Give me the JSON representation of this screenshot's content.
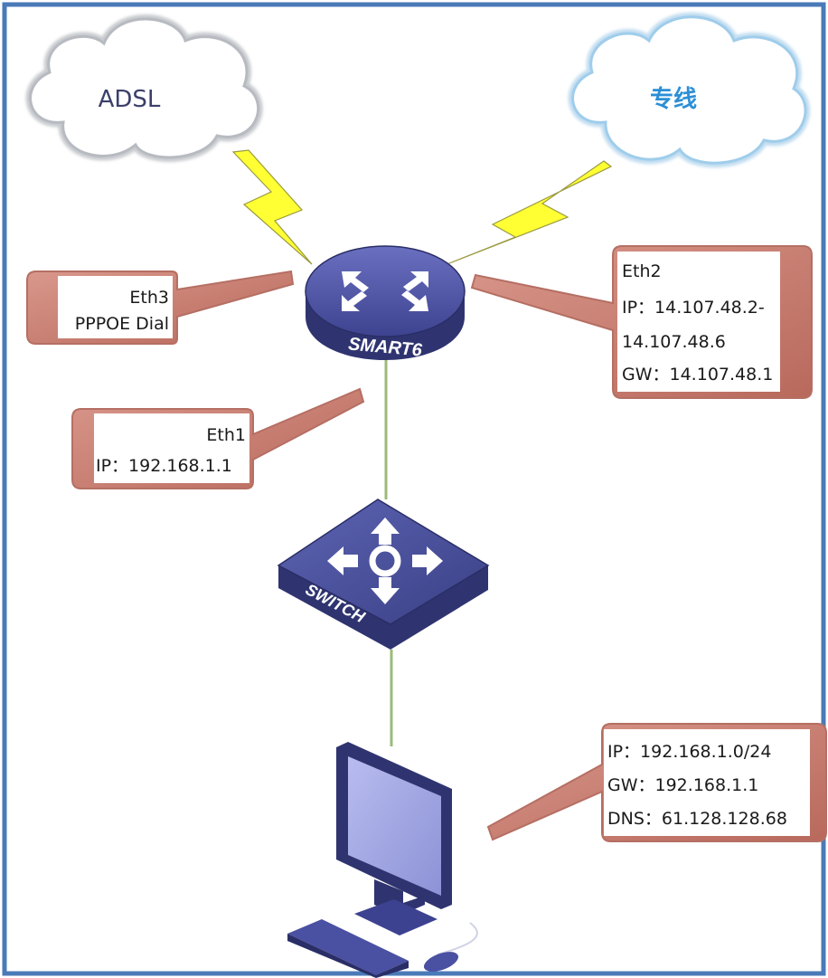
{
  "clouds": {
    "left": {
      "label": "ADSL",
      "color": "#3b3f6a"
    },
    "right": {
      "label": "专线",
      "color": "#2c8fd6"
    }
  },
  "router": {
    "label": "SMART6",
    "color": "#4a4f9a"
  },
  "switch": {
    "label": "SWITCH",
    "color": "#3d4486"
  },
  "callouts": {
    "eth3": {
      "lines": [
        "Eth3",
        "PPPOE Dial"
      ]
    },
    "eth2": {
      "lines": [
        "Eth2",
        "IP：14.107.48.2-",
        "14.107.48.6",
        "GW：14.107.48.1"
      ]
    },
    "eth1": {
      "lines": [
        "Eth1",
        "IP：192.168.1.1"
      ]
    },
    "pc": {
      "lines": [
        "IP：192.168.1.0/24",
        "GW：192.168.1.1",
        "DNS：61.128.128.68"
      ]
    }
  },
  "colors": {
    "frame": "#4a7ab8",
    "link": "#9bbb78",
    "lightning_fill": "#ffff33",
    "callout_fill": "#c98478",
    "callout_border": "#b56f63"
  }
}
